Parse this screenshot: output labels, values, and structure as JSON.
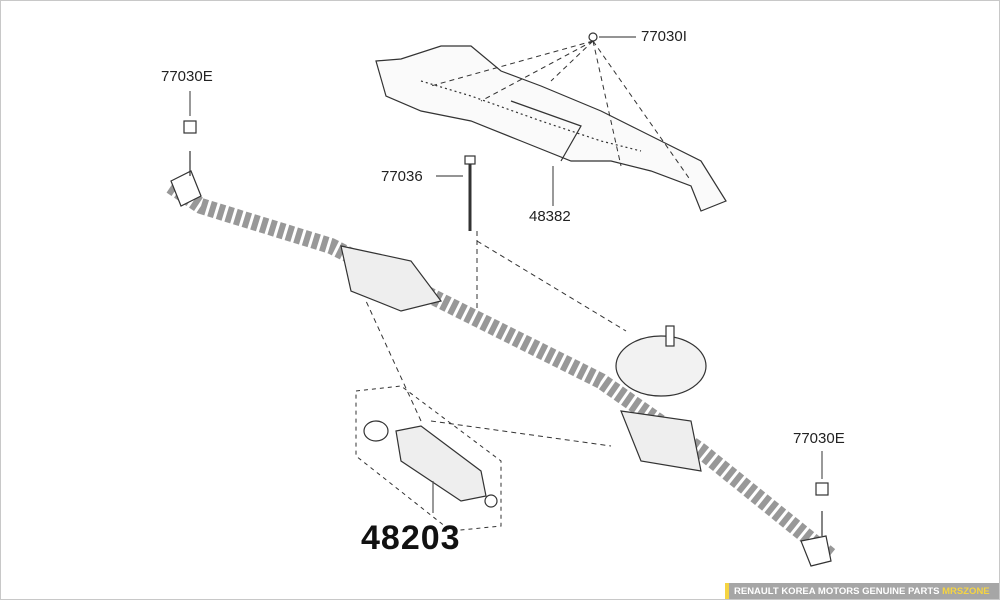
{
  "callouts": {
    "clip_top": "77030I",
    "nut_left": "77030E",
    "nut_right": "77030E",
    "bolt": "77036",
    "cover": "48382",
    "boot": "48203"
  },
  "footer": {
    "text": "RENAULT KOREA MOTORS GENUINE PARTS",
    "brand": "MRSZONE"
  },
  "colors": {
    "footer_bg": "#a6a6a6",
    "accent": "#f5d442"
  }
}
